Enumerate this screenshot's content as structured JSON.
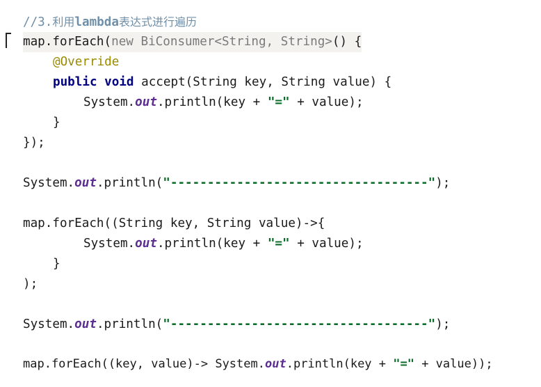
{
  "code": {
    "line1": {
      "prefix": "//3.",
      "lambda": "lambda",
      "zh_a": "利用",
      "zh_b": "表达式进行遍历"
    },
    "line2": {
      "a": "map.forEach(",
      "new": "new ",
      "type": "BiConsumer<String, String>",
      "b": "() {"
    },
    "line3": {
      "anno": "@Override"
    },
    "line4": {
      "kw": "public void",
      "rest": " accept(String key, String value) {"
    },
    "line5": {
      "a": "System.",
      "field": "out",
      "b": ".println(key + ",
      "str": "\"=\"",
      "c": " + value);"
    },
    "line6": {
      "a": "}"
    },
    "line7": {
      "a": "});"
    },
    "line8": {
      "a": "System.",
      "field": "out",
      "b": ".println(",
      "str": "\"-----------------------------------\"",
      "c": ");"
    },
    "line9": {
      "a": "map.forEach((String key, String value)->{"
    },
    "line10": {
      "a": "System.",
      "field": "out",
      "b": ".println(key + ",
      "str": "\"=\"",
      "c": " + value);"
    },
    "line11": {
      "a": "}"
    },
    "line12": {
      "a": ");"
    },
    "line13": {
      "a": "System.",
      "field": "out",
      "b": ".println(",
      "str": "\"-----------------------------------\"",
      "c": ");"
    },
    "line14": {
      "a": "map.forEach((key, value)-> System.",
      "field": "out",
      "b": ".println(key + ",
      "str": "\"=\"",
      "c": " + value));"
    }
  }
}
